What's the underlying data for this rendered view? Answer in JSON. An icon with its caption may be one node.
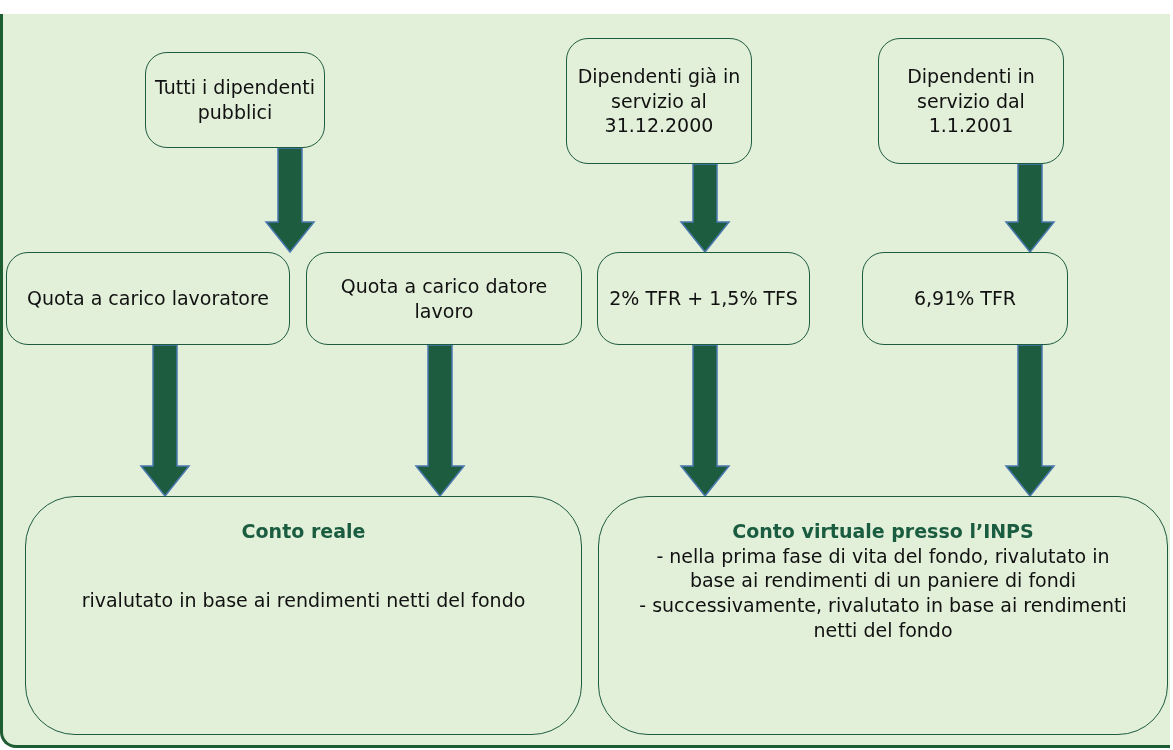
{
  "diagram": {
    "nodes": [
      {
        "text": [
          "Tutti i dipendenti pubblici"
        ]
      },
      {
        "text": [
          "Dipendenti già in servizio al 31.12.2000"
        ]
      },
      {
        "text": [
          "Dipendenti in servizio dal 1.1.2001"
        ]
      },
      {
        "text": [
          "Quota a carico lavoratore"
        ]
      },
      {
        "text": [
          "Quota a carico datore lavoro"
        ]
      },
      {
        "text": [
          "2% TFR + 1,5% TFS"
        ]
      },
      {
        "text": [
          "6,91% TFR"
        ]
      },
      {
        "text": [
          "Conto reale",
          "rivalutato in base ai rendimenti netti del fondo"
        ]
      },
      {
        "text": [
          "Conto virtuale presso l’INPS",
          "- nella prima fase di vita del fondo, rivalutato in base ai rendimenti di un paniere di fondi",
          "- successivamente, rivalutato in base ai rendimenti netti del fondo"
        ]
      }
    ],
    "edges": [
      {
        "from": 0,
        "to": 3,
        "arrow": "to"
      },
      {
        "from": 0,
        "to": 4,
        "arrow": "to"
      },
      {
        "from": 1,
        "to": 5,
        "arrow": "to"
      },
      {
        "from": 2,
        "to": 6,
        "arrow": "to"
      },
      {
        "from": 3,
        "to": 7,
        "arrow": "to"
      },
      {
        "from": 4,
        "to": 7,
        "arrow": "to"
      },
      {
        "from": 5,
        "to": 8,
        "arrow": "to"
      },
      {
        "from": 6,
        "to": 8,
        "arrow": "to"
      }
    ]
  }
}
